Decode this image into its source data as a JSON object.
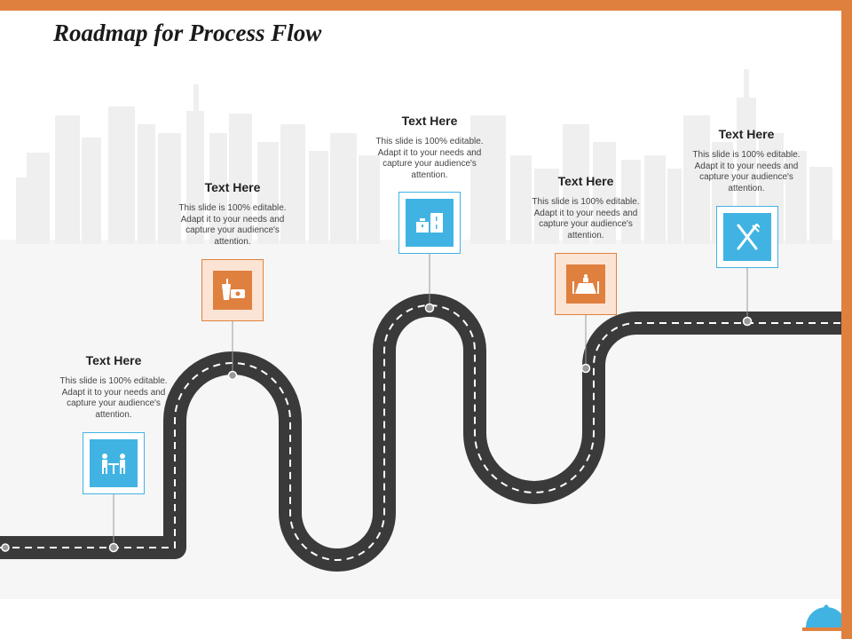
{
  "title": "Roadmap for Process Flow",
  "steps": [
    {
      "title": "Text Here",
      "description": "This slide is 100% editable. Adapt it to your needs and capture your audience's attention.",
      "icon": "dining-table-people-icon",
      "accent": "#40b3e3"
    },
    {
      "title": "Text Here",
      "description": "This slide is 100% editable. Adapt it to your needs and capture your audience's attention.",
      "icon": "drink-and-ticket-icon",
      "accent": "#e0803f"
    },
    {
      "title": "Text Here",
      "description": "This slide is 100% editable. Adapt it to your needs and capture your audience's attention.",
      "icon": "kitchen-counter-icon",
      "accent": "#40b3e3"
    },
    {
      "title": "Text Here",
      "description": "This slide is 100% editable. Adapt it to your needs and capture your audience's attention.",
      "icon": "dining-table-icon",
      "accent": "#e0803f"
    },
    {
      "title": "Text Here",
      "description": "This slide is 100% editable. Adapt it to your needs and capture your audience's attention.",
      "icon": "fork-and-knife-icon",
      "accent": "#40b3e3"
    }
  ],
  "colors": {
    "accent_orange": "#e0803f",
    "accent_blue": "#40b3e3",
    "road": "#3a3a3a",
    "background_city": "#efefef"
  },
  "decor": {
    "bottom_right_icon": "cloche-icon"
  }
}
